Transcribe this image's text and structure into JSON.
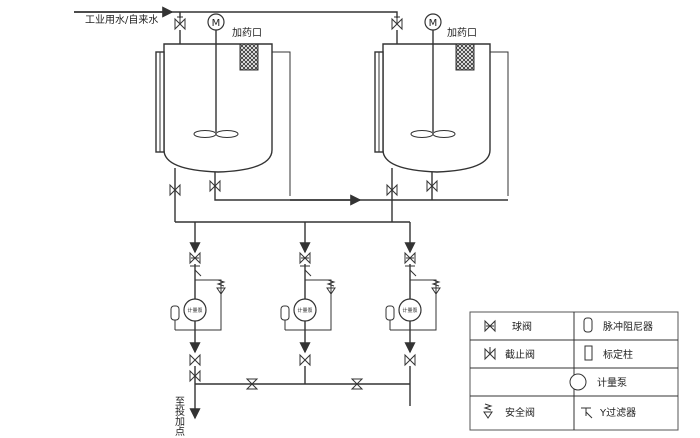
{
  "labels": {
    "water_inlet": "工业用水/自来水",
    "dosing_port_1": "加药口",
    "dosing_port_2": "加药口",
    "to_dosing_point": "至投加点",
    "motor_symbol": "M",
    "meter_pump_symbol": "计量泵"
  },
  "legend": {
    "ball_valve": "球阀",
    "stop_valve": "截止阀",
    "safety_valve": "安全阀",
    "pulse_damper": "脉冲阻尼器",
    "calibration_column": "标定柱",
    "metering_pump": "计量泵",
    "y_filter": "Y过滤器"
  },
  "colors": {
    "line": "#333333",
    "background": "#ffffff",
    "hatch": "#333333"
  }
}
